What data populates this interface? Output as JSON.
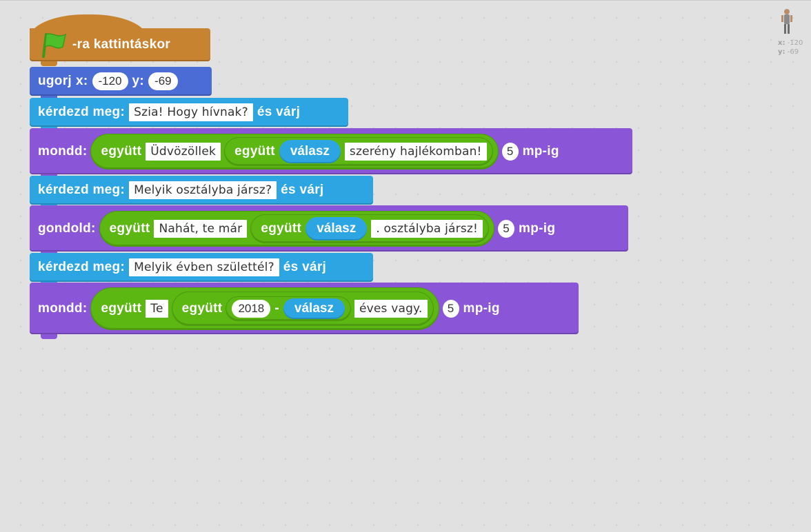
{
  "colors": {
    "events": "#c88330",
    "motion": "#4a6cd4",
    "sensing": "#2ca5e2",
    "looks": "#8a55d7",
    "operators": "#5cb712",
    "flag": "#4cbf2a",
    "canvas": "#e0e1e0"
  },
  "hat": {
    "flag_icon": "green-flag-icon",
    "label": "-ra kattintáskor"
  },
  "goto": {
    "label": "ugorj",
    "x_label": "x:",
    "x_value": "-120",
    "y_label": "y:",
    "y_value": "-69"
  },
  "ask1": {
    "label": "kérdezd meg:",
    "question": "Szia! Hogy hívnak?",
    "suffix": "és várj"
  },
  "say1": {
    "label": "mondd:",
    "join_outer": "együtt",
    "text1": "Üdvözöllek",
    "join_inner": "együtt",
    "answer": "válasz",
    "text2": "szerény hajlékomban!",
    "secs": "5",
    "secs_label": "mp-ig"
  },
  "ask2": {
    "label": "kérdezd meg:",
    "question": "Melyik osztályba jársz?",
    "suffix": "és várj"
  },
  "think1": {
    "label": "gondold:",
    "join_outer": "együtt",
    "text1": "Nahát, te már",
    "join_inner": "együtt",
    "answer": "válasz",
    "text2": ". osztályba jársz!",
    "secs": "5",
    "secs_label": "mp-ig"
  },
  "ask3": {
    "label": "kérdezd meg:",
    "question": "Melyik évben születtél?",
    "suffix": "és várj"
  },
  "say2": {
    "label": "mondd:",
    "join_outer": "együtt",
    "text1": "Te",
    "join_inner": "együtt",
    "year": "2018",
    "minus": "-",
    "answer": "válasz",
    "text2": "éves vagy.",
    "secs": "5",
    "secs_label": "mp-ig"
  },
  "sprite_info": {
    "x_label": "x:",
    "x_value": "-120",
    "y_label": "y:",
    "y_value": "-69"
  }
}
